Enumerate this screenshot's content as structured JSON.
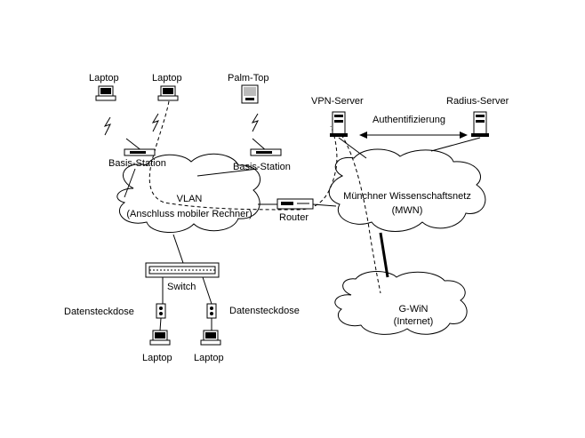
{
  "nodes": {
    "laptop_top_1": "Laptop",
    "laptop_top_2": "Laptop",
    "palmtop": "Palm-Top",
    "basis_station_1": "Basis-Station",
    "basis_station_2": "Basis-Station",
    "vpn_server": "VPN-Server",
    "radius_server": "Radius-Server",
    "auth_label": "Authentifizierung",
    "vlan_line1": "VLAN",
    "vlan_line2": "(Anschluss mobiler Rechner)",
    "router": "Router",
    "mwn_line1": "Münchner Wissenschaftsnetz",
    "mwn_line2": "(MWN)",
    "switch": "Switch",
    "datensteckdose_left": "Datensteckdose",
    "datensteckdose_right": "Datensteckdose",
    "laptop_bottom_1": "Laptop",
    "laptop_bottom_2": "Laptop",
    "gwin_line1": "G-WiN",
    "gwin_line2": "(Internet)"
  }
}
